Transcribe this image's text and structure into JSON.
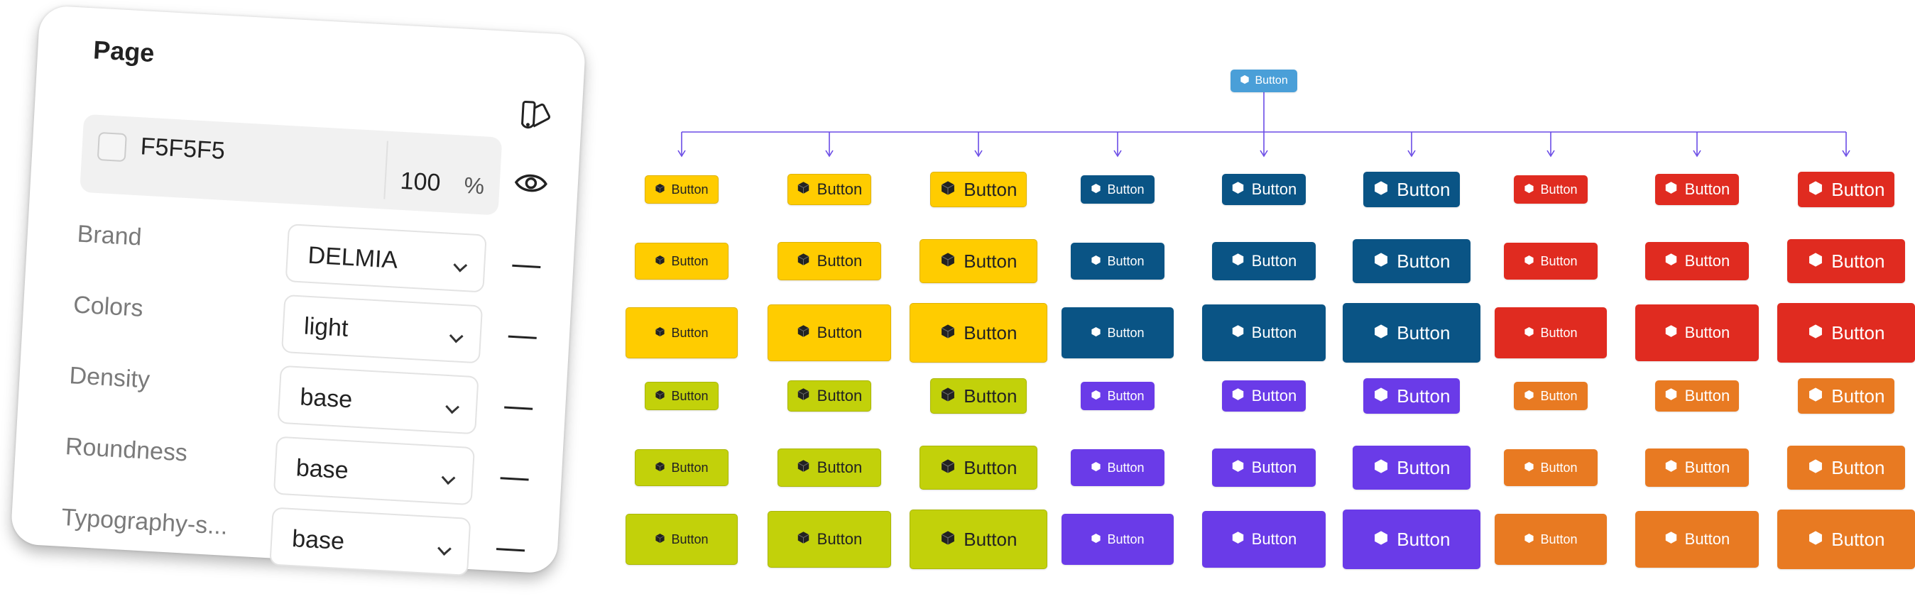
{
  "page_panel": {
    "title": "Page",
    "color": {
      "hex": "F5F5F5",
      "opacity": "100",
      "percent": "%"
    },
    "props": [
      {
        "label": "Brand",
        "value": "DELMIA"
      },
      {
        "label": "Colors",
        "value": "light"
      },
      {
        "label": "Density",
        "value": "base"
      },
      {
        "label": "Roundness",
        "value": "base"
      },
      {
        "label": "Typography-s...",
        "value": "base"
      }
    ],
    "icons": [
      "brush-icon",
      "eye-icon",
      "chevron-down-icon",
      "minus-icon"
    ]
  },
  "button_label": "Button",
  "root_button": {
    "label": "Button",
    "color": "#4a9fd8"
  },
  "connector_color": "#6b4ce6",
  "columns": [
    {
      "size": "small"
    },
    {
      "size": "medium"
    },
    {
      "size": "large"
    },
    {
      "size": "small"
    },
    {
      "size": "medium"
    },
    {
      "size": "large"
    },
    {
      "size": "small"
    },
    {
      "size": "medium"
    },
    {
      "size": "large"
    }
  ],
  "rows": [
    {
      "density": "compact",
      "colors": [
        "#ffcc00",
        "#ffcc00",
        "#ffcc00",
        "#0a5485",
        "#0a5485",
        "#0a5485",
        "#e02b20",
        "#e02b20",
        "#e02b20"
      ]
    },
    {
      "density": "base",
      "colors": [
        "#ffcc00",
        "#ffcc00",
        "#ffcc00",
        "#0a5485",
        "#0a5485",
        "#0a5485",
        "#e02b20",
        "#e02b20",
        "#e02b20"
      ]
    },
    {
      "density": "comfortable",
      "colors": [
        "#ffcc00",
        "#ffcc00",
        "#ffcc00",
        "#0a5485",
        "#0a5485",
        "#0a5485",
        "#e02b20",
        "#e02b20",
        "#e02b20"
      ]
    },
    {
      "density": "compact",
      "colors": [
        "#c2d10a",
        "#c2d10a",
        "#c2d10a",
        "#6a3be8",
        "#6a3be8",
        "#6a3be8",
        "#e87a22",
        "#e87a22",
        "#e87a22"
      ]
    },
    {
      "density": "base",
      "colors": [
        "#c2d10a",
        "#c2d10a",
        "#c2d10a",
        "#6a3be8",
        "#6a3be8",
        "#6a3be8",
        "#e87a22",
        "#e87a22",
        "#e87a22"
      ]
    },
    {
      "density": "comfortable",
      "colors": [
        "#c2d10a",
        "#c2d10a",
        "#c2d10a",
        "#6a3be8",
        "#6a3be8",
        "#6a3be8",
        "#e87a22",
        "#e87a22",
        "#e87a22"
      ]
    }
  ],
  "dark_text_colors": [
    "#ffcc00",
    "#c2d10a"
  ]
}
